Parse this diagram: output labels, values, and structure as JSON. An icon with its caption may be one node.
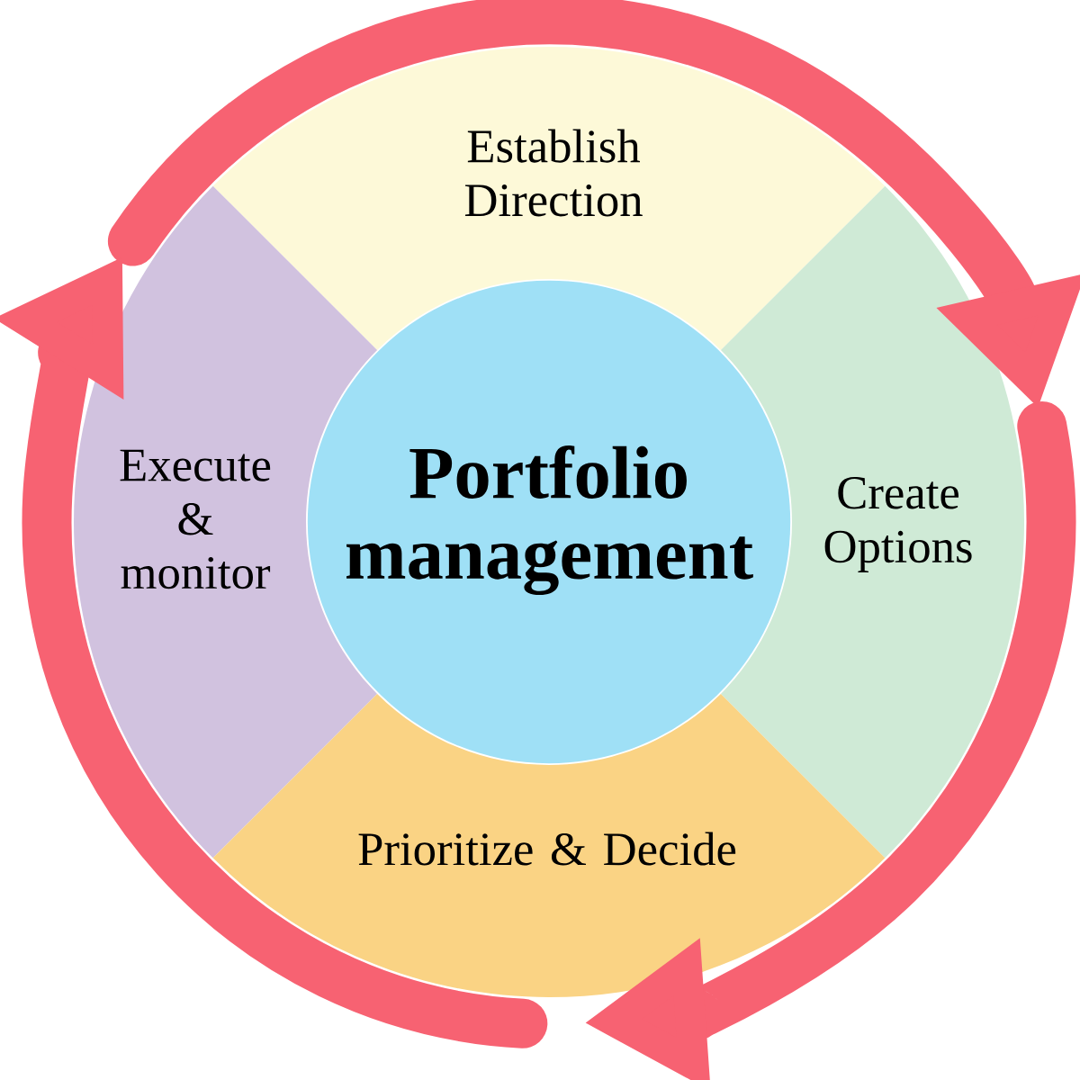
{
  "diagram": {
    "nodes": [
      {
        "text": [
          "Establish Direction"
        ]
      },
      {
        "text": [
          "Execute & monitor"
        ]
      },
      {
        "text": [
          "Portfolio management"
        ]
      },
      {
        "text": [
          "Create Options"
        ]
      },
      {
        "text": [
          "Prioritize & Decide"
        ]
      }
    ]
  }
}
